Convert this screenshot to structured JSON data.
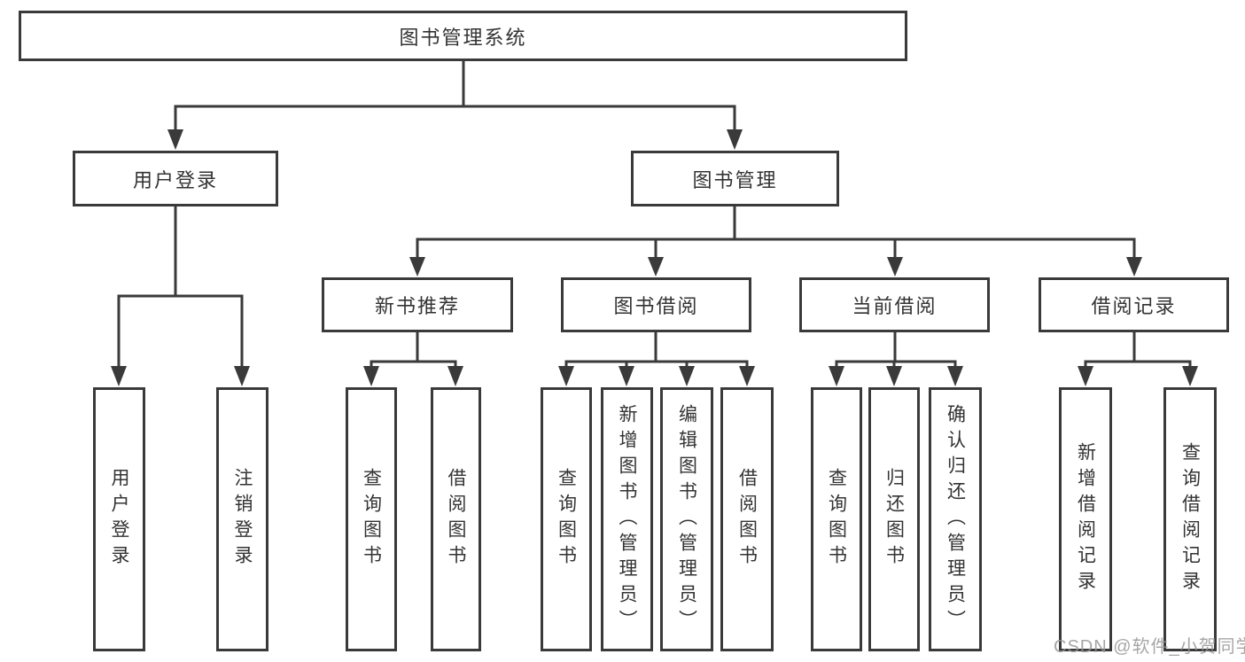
{
  "tree": {
    "root": "图书管理系统",
    "children": [
      {
        "label": "用户登录",
        "children": [
          "用户登录",
          "注销登录"
        ]
      },
      {
        "label": "图书管理",
        "children": [
          {
            "label": "新书推荐",
            "children": [
              "查询图书",
              "借阅图书"
            ]
          },
          {
            "label": "图书借阅",
            "children": [
              "查询图书",
              "新增图书（管理员）",
              "编辑图书（管理员）",
              "借阅图书"
            ]
          },
          {
            "label": "当前借阅",
            "children": [
              "查询图书",
              "归还图书",
              "确认归还（管理员）"
            ]
          },
          {
            "label": "借阅记录",
            "children": [
              "新增借阅记录",
              "查询借阅记录"
            ]
          }
        ]
      }
    ]
  },
  "watermark": {
    "text": "CSDN @软件_小贺同学"
  },
  "colors": {
    "line": "#3a3a3a",
    "text": "#333333",
    "box_fill": "#ffffff",
    "watermark": "#969696",
    "background": "#ffffff"
  }
}
